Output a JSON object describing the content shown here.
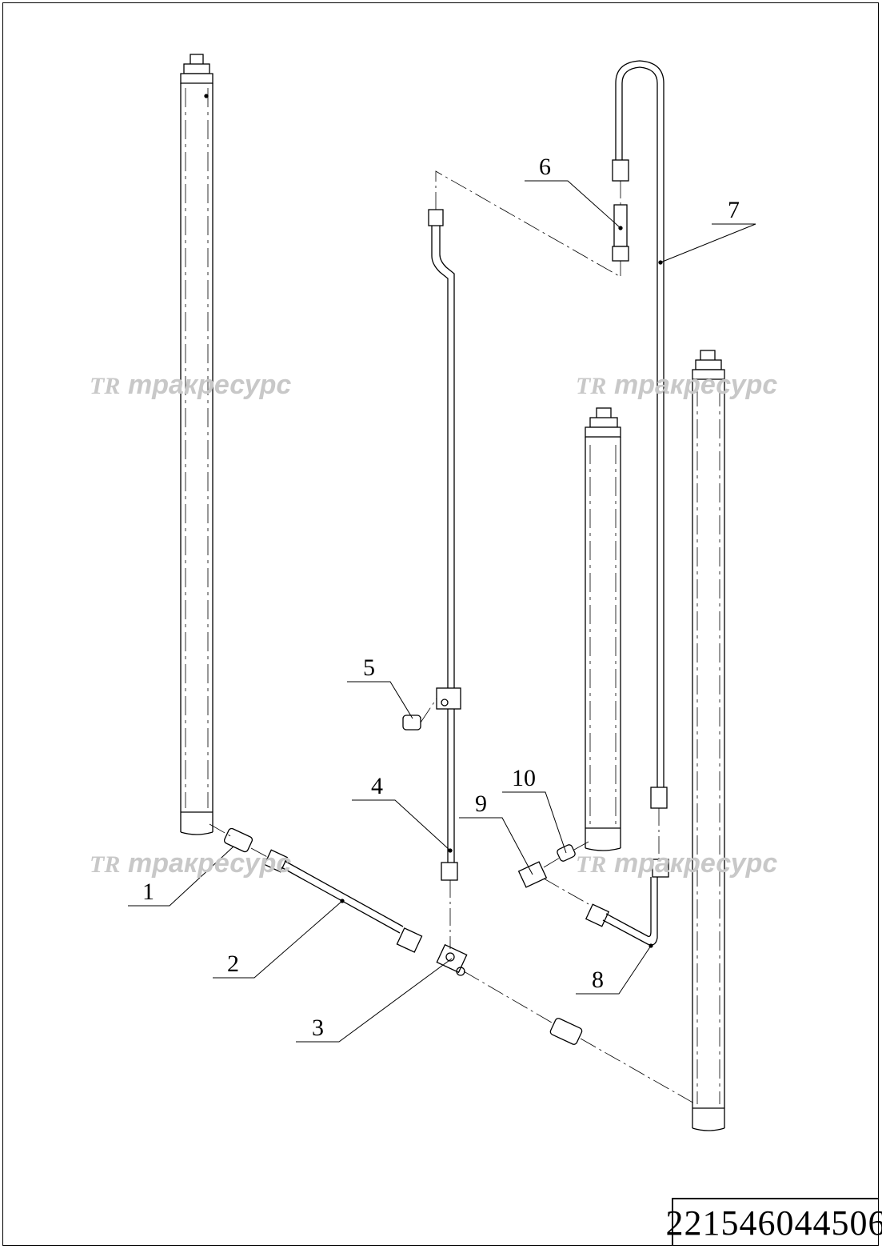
{
  "watermark": {
    "logo": "TR",
    "text": "тракресурс"
  },
  "callouts": [
    {
      "id": "callout-1",
      "label": "1"
    },
    {
      "id": "callout-2",
      "label": "2"
    },
    {
      "id": "callout-3",
      "label": "3"
    },
    {
      "id": "callout-4",
      "label": "4"
    },
    {
      "id": "callout-5",
      "label": "5"
    },
    {
      "id": "callout-6",
      "label": "6"
    },
    {
      "id": "callout-7",
      "label": "7"
    },
    {
      "id": "callout-8",
      "label": "8"
    },
    {
      "id": "callout-9",
      "label": "9"
    },
    {
      "id": "callout-10",
      "label": "10"
    }
  ],
  "part_code": "221546044506"
}
